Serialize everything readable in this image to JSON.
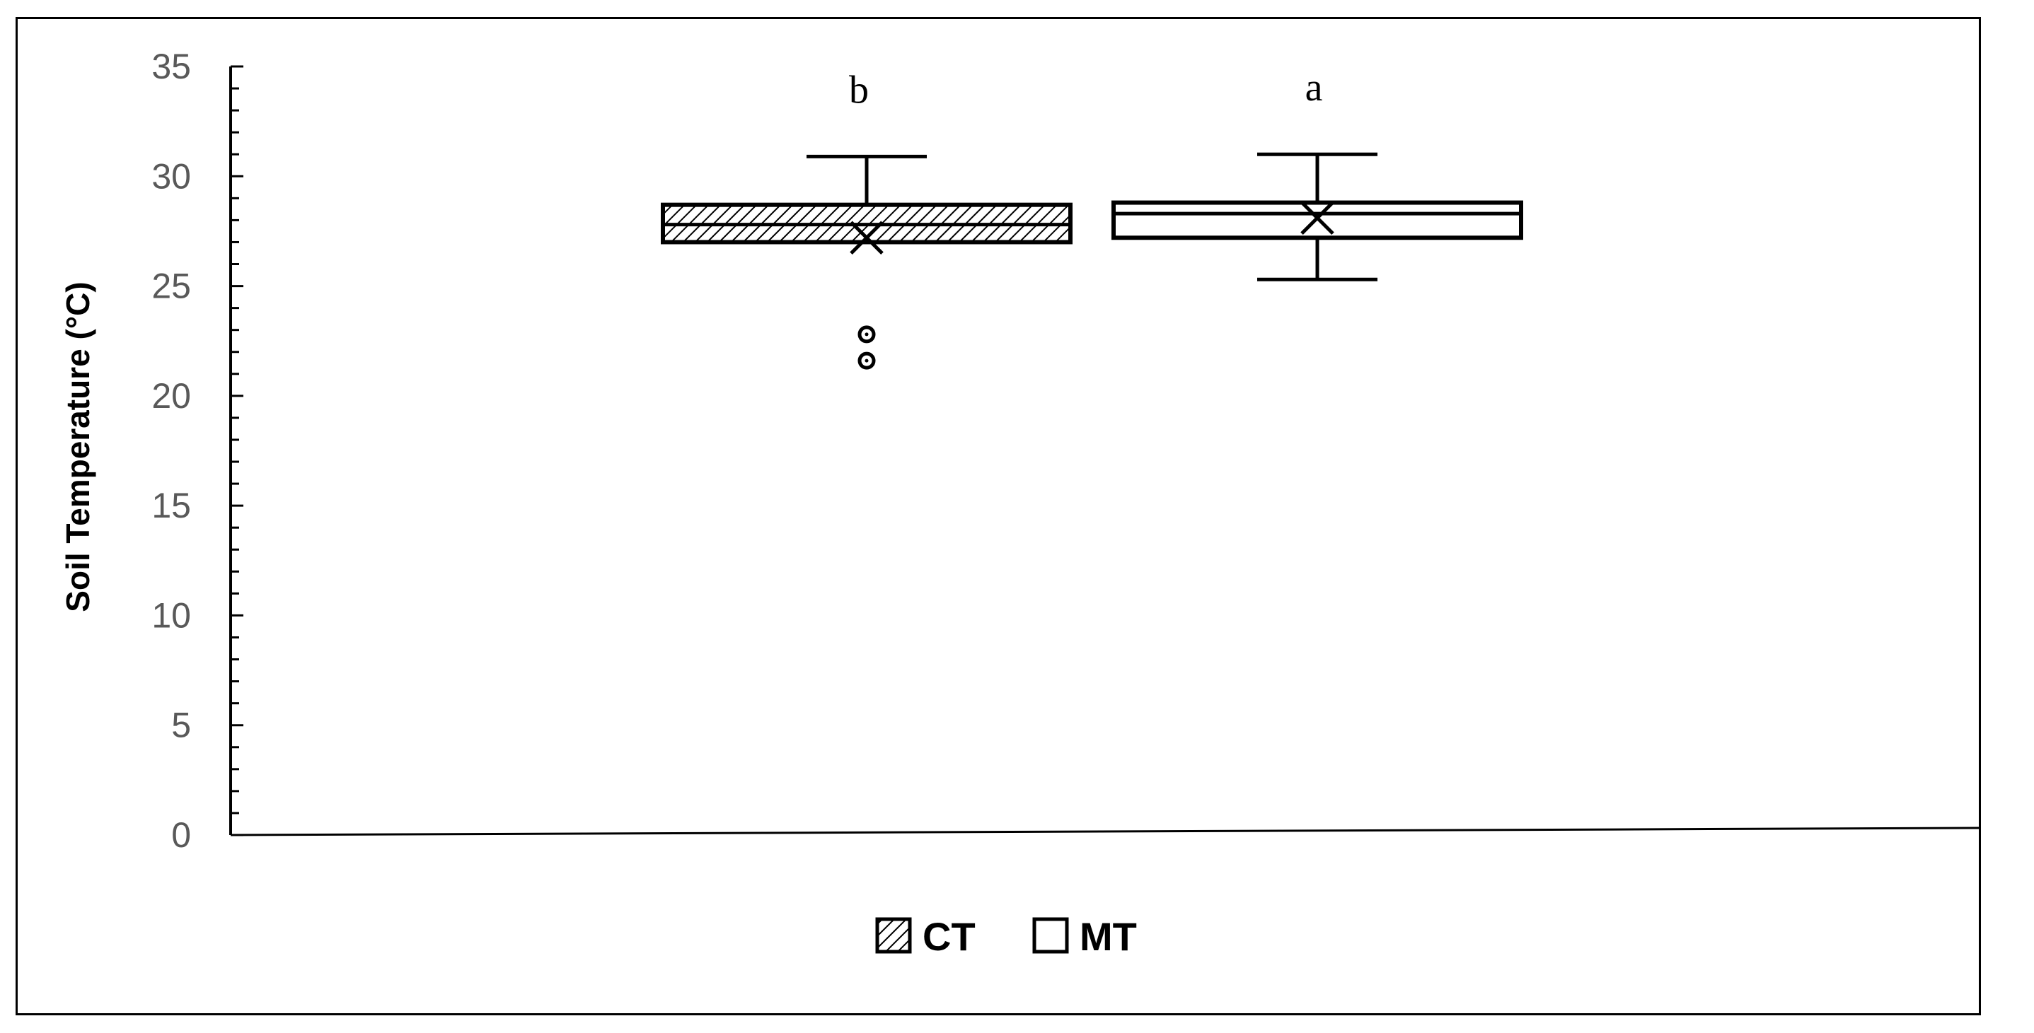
{
  "chart_data": {
    "type": "box",
    "ylabel": "Soil Temperature (°C)",
    "ylim": [
      0,
      35
    ],
    "yticks": [
      0,
      5,
      10,
      15,
      20,
      25,
      30,
      35
    ],
    "grid": false,
    "legend_position": "bottom-center",
    "series": [
      {
        "name": "CT",
        "fill": "hatched",
        "whisker_low": 27.0,
        "q1": 27.0,
        "median": 27.8,
        "q3": 28.7,
        "whisker_high": 30.9,
        "mean": 27.2,
        "outliers": [
          22.8,
          21.6
        ],
        "significance": "b"
      },
      {
        "name": "MT",
        "fill": "none",
        "whisker_low": 25.3,
        "q1": 27.2,
        "median": 28.3,
        "q3": 28.8,
        "whisker_high": 31.0,
        "mean": 28.1,
        "outliers": [],
        "significance": "a"
      }
    ]
  }
}
